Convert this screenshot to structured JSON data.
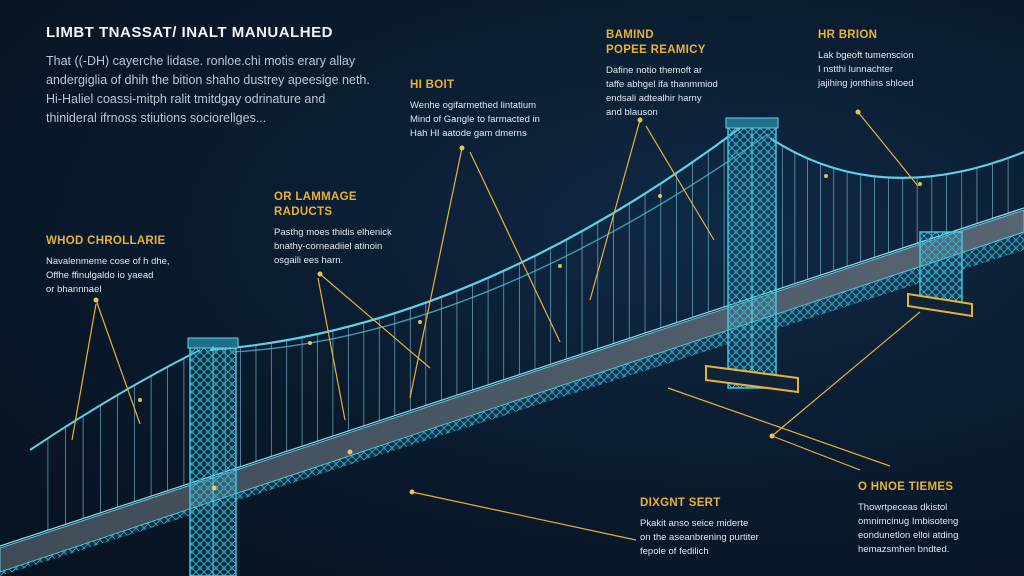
{
  "header": {
    "title": "LIMBT TNASSAT/ INALT MANUALHED",
    "intro": "That ((-DH) cayerche lidase. ronloe.chi motis erary allay andergiglia of dhih the bition shaho dustrey apeesige neth. Hi-Haliel coassi-mitph ralit tmitdgay odrinature and thinideral ifrnoss stiutions sociorellges..."
  },
  "callouts": [
    {
      "title": "HI BOIT",
      "text": "Wenhe ogifarmethed lintatium\nMind of Gangle to farmacted in\nHah HI aatode gam dmerns"
    },
    {
      "title": "BAMIND\nPOPEE REAMICY",
      "text": "Dafine notio themoft ar\ntaffe abhgel ifa thanmmiod\nendsali adtealhir harny\nand blauson"
    },
    {
      "title": "HR BRION",
      "text": "Lak bgeoft tumenscion\nI nstthi lunnachter\njajihing jonthins shloed"
    },
    {
      "title": "OR LAMMAGE\nRADUCTS",
      "text": "Pasthg moes thidis elhenick\nbnathy-corneadiiel atinoin\nosgaili ees harn."
    },
    {
      "title": "WHOD CHROLLARIE",
      "text": "Navalenmeme cose of h dhe,\nOffhe ffinulgaldo io yaead\nor bhannnael"
    },
    {
      "title": "DIXGNT SERT",
      "text": "Pkakit anso seice miderte\non the aseanbrening purtiter\nfepole of fedilich"
    },
    {
      "title": "O HNOE TIEMES",
      "text": "Thowrtpeceas dkistol\nomnimcinug Imbisoteng\neondunetlon elloi atding\nhemazsmhen bndted."
    }
  ]
}
